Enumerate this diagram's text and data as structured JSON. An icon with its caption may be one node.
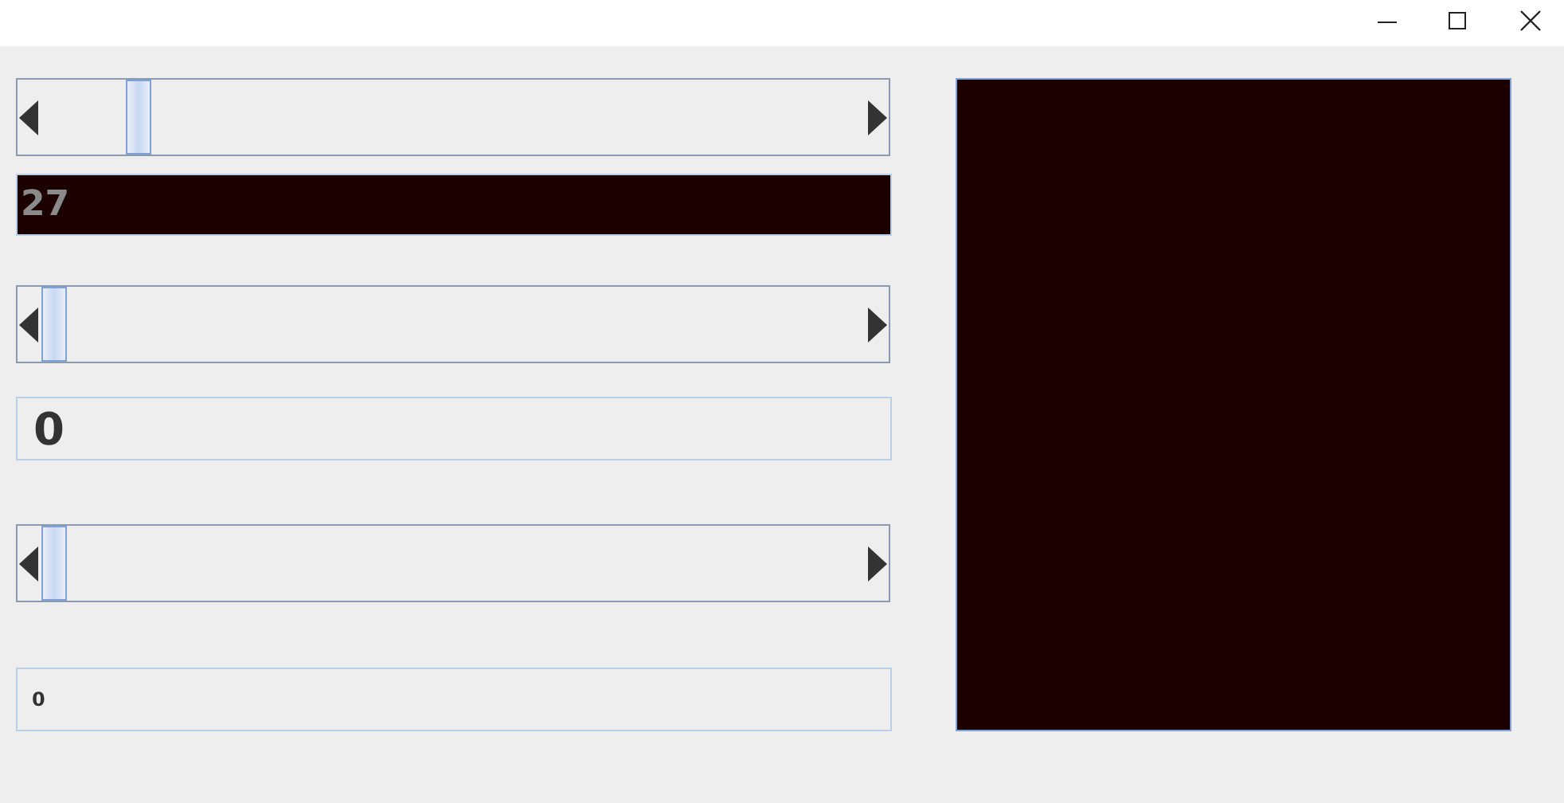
{
  "diagram": {
    "nodes": [
      {
        "text": [
          "27"
        ]
      },
      {
        "text": [
          "0"
        ]
      },
      {
        "text": [
          "0"
        ]
      }
    ]
  }
}
